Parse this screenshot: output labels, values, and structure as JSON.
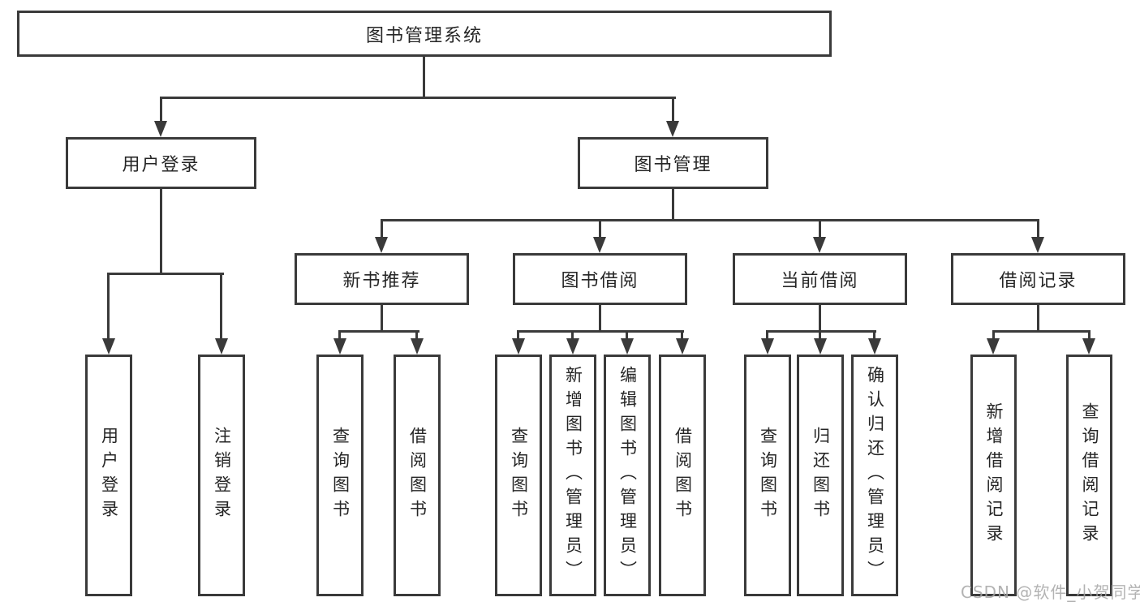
{
  "colors": {
    "background": "#ffffff",
    "line": "#3a3a3a",
    "box_border": "#3a3a3a",
    "text": "#262626",
    "watermark": "#a6a6a6"
  },
  "watermark": {
    "text": "CSDN @软件_小贺同学"
  },
  "tree": {
    "root": {
      "label": "图书管理系统",
      "children": [
        {
          "label": "用户登录",
          "children": [
            {
              "label": "用户登录"
            },
            {
              "label": "注销登录"
            }
          ]
        },
        {
          "label": "图书管理",
          "children": [
            {
              "label": "新书推荐",
              "children": [
                {
                  "label": "查询图书"
                },
                {
                  "label": "借阅图书"
                }
              ]
            },
            {
              "label": "图书借阅",
              "children": [
                {
                  "label": "查询图书"
                },
                {
                  "label": "新增图书（管理员）"
                },
                {
                  "label": "编辑图书（管理员）"
                },
                {
                  "label": "借阅图书"
                }
              ]
            },
            {
              "label": "当前借阅",
              "children": [
                {
                  "label": "查询图书"
                },
                {
                  "label": "归还图书"
                },
                {
                  "label": "确认归还（管理员）"
                }
              ]
            },
            {
              "label": "借阅记录",
              "children": [
                {
                  "label": "新增借阅记录"
                },
                {
                  "label": "查询借阅记录"
                }
              ]
            }
          ]
        }
      ]
    }
  }
}
